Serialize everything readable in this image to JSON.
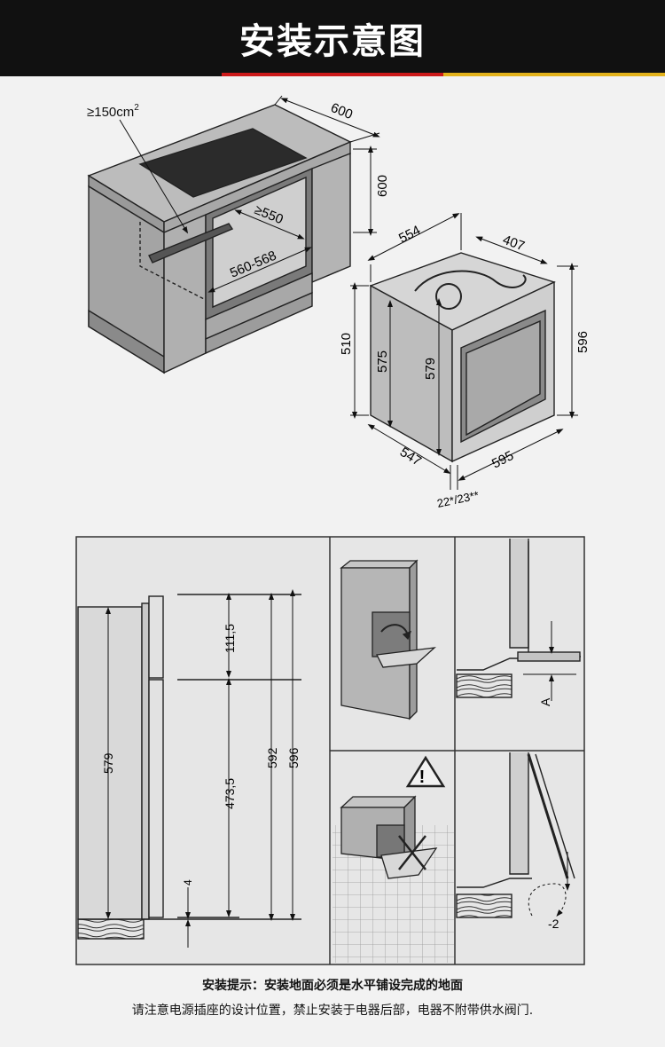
{
  "header": {
    "title": "安装示意图"
  },
  "cabinet_dims": {
    "vent_area": "≥150cm",
    "vent_area_exp": "2",
    "width": "600",
    "height": "600",
    "depth_min": "≥550",
    "opening_width": "560-568"
  },
  "oven_dims": {
    "width_top": "554",
    "depth_top": "407",
    "height_right": "596",
    "height_left": "510",
    "height_inner1": "575",
    "height_inner2": "579",
    "depth_bottom": "547",
    "width_bottom": "595",
    "front_thickness": "22*/23**"
  },
  "side_panel": {
    "dim_top": "111,5",
    "dim_mid": "473,5",
    "dim_small": "4",
    "dim_total1": "592",
    "dim_total2": "596",
    "dim_body": "579"
  },
  "detail_labels": {
    "gap_label": "A",
    "offset_label": "-2",
    "warning_symbol": "!"
  },
  "notes": {
    "line1": "安装提示：安装地面必须是水平铺设完成的地面",
    "line2": "请注意电源插座的设计位置，禁止安装于电器后部，电器不附带供水阀门."
  }
}
